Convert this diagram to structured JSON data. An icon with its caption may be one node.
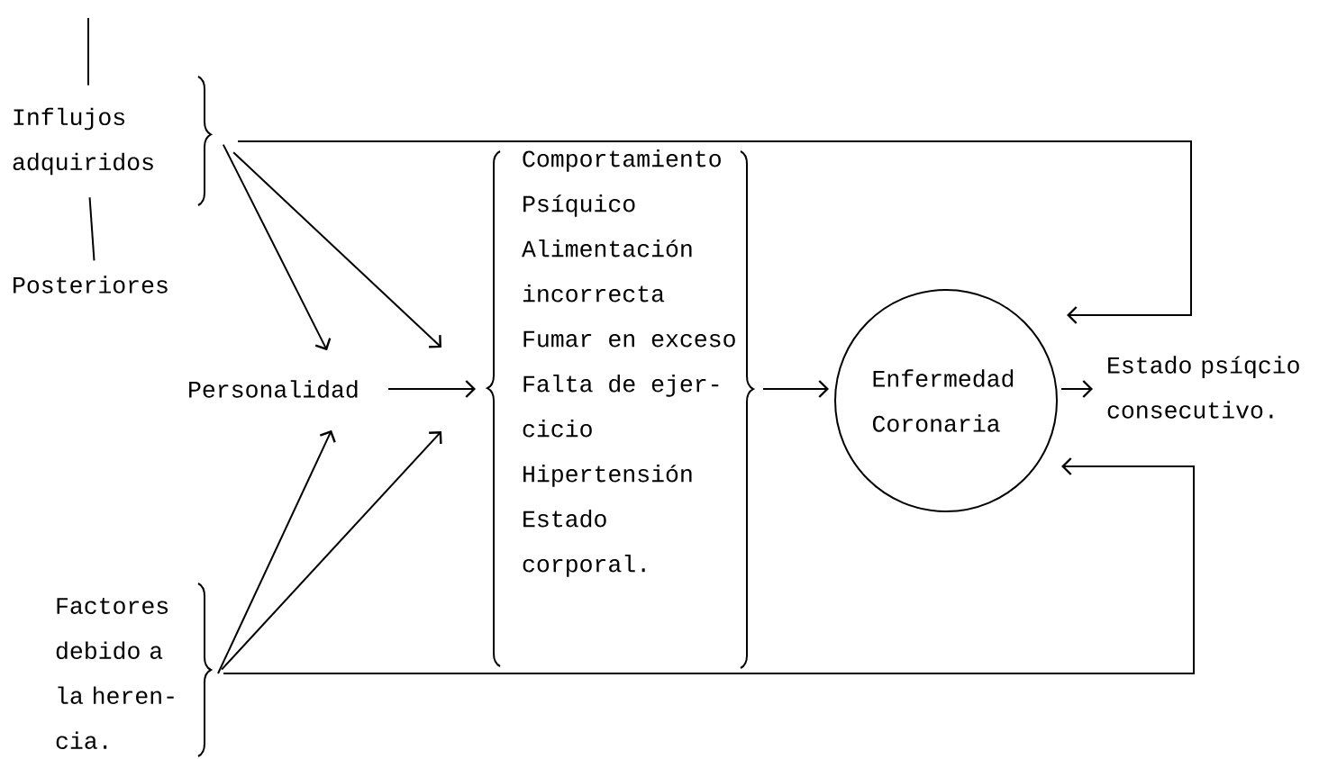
{
  "diagram": {
    "nodes": [
      {
        "text": [
          "Influjos adquiridos"
        ]
      },
      {
        "text": [
          "Posteriores"
        ]
      },
      {
        "text": [
          "Factores debido a la heren- cia."
        ]
      },
      {
        "text": [
          "Personalidad"
        ]
      },
      {
        "text": [
          "Comportamiento Psíquico",
          "Alimentación incorrecta",
          "Fumar en exceso",
          "Falta de ejer- cicio",
          "Hipertensión",
          "Estado corporal."
        ]
      },
      {
        "text": [
          "Enfermedad Coronaria"
        ]
      },
      {
        "text": [
          "Estado psíqcio consecutivo."
        ]
      }
    ],
    "edges": [
      {
        "from": null,
        "to": 0,
        "arrow": "none"
      },
      {
        "from": 0,
        "to": 1,
        "arrow": "none"
      },
      {
        "from": 0,
        "to": 3,
        "arrow": "to"
      },
      {
        "from": 0,
        "to": 4,
        "arrow": "to"
      },
      {
        "from": 0,
        "to": 5,
        "arrow": "to"
      },
      {
        "from": 2,
        "to": 3,
        "arrow": "to"
      },
      {
        "from": 2,
        "to": 4,
        "arrow": "to"
      },
      {
        "from": 2,
        "to": 5,
        "arrow": "to"
      },
      {
        "from": 3,
        "to": 4,
        "arrow": "to"
      },
      {
        "from": 4,
        "to": 5,
        "arrow": "to"
      },
      {
        "from": 5,
        "to": 6,
        "arrow": "to"
      }
    ]
  }
}
